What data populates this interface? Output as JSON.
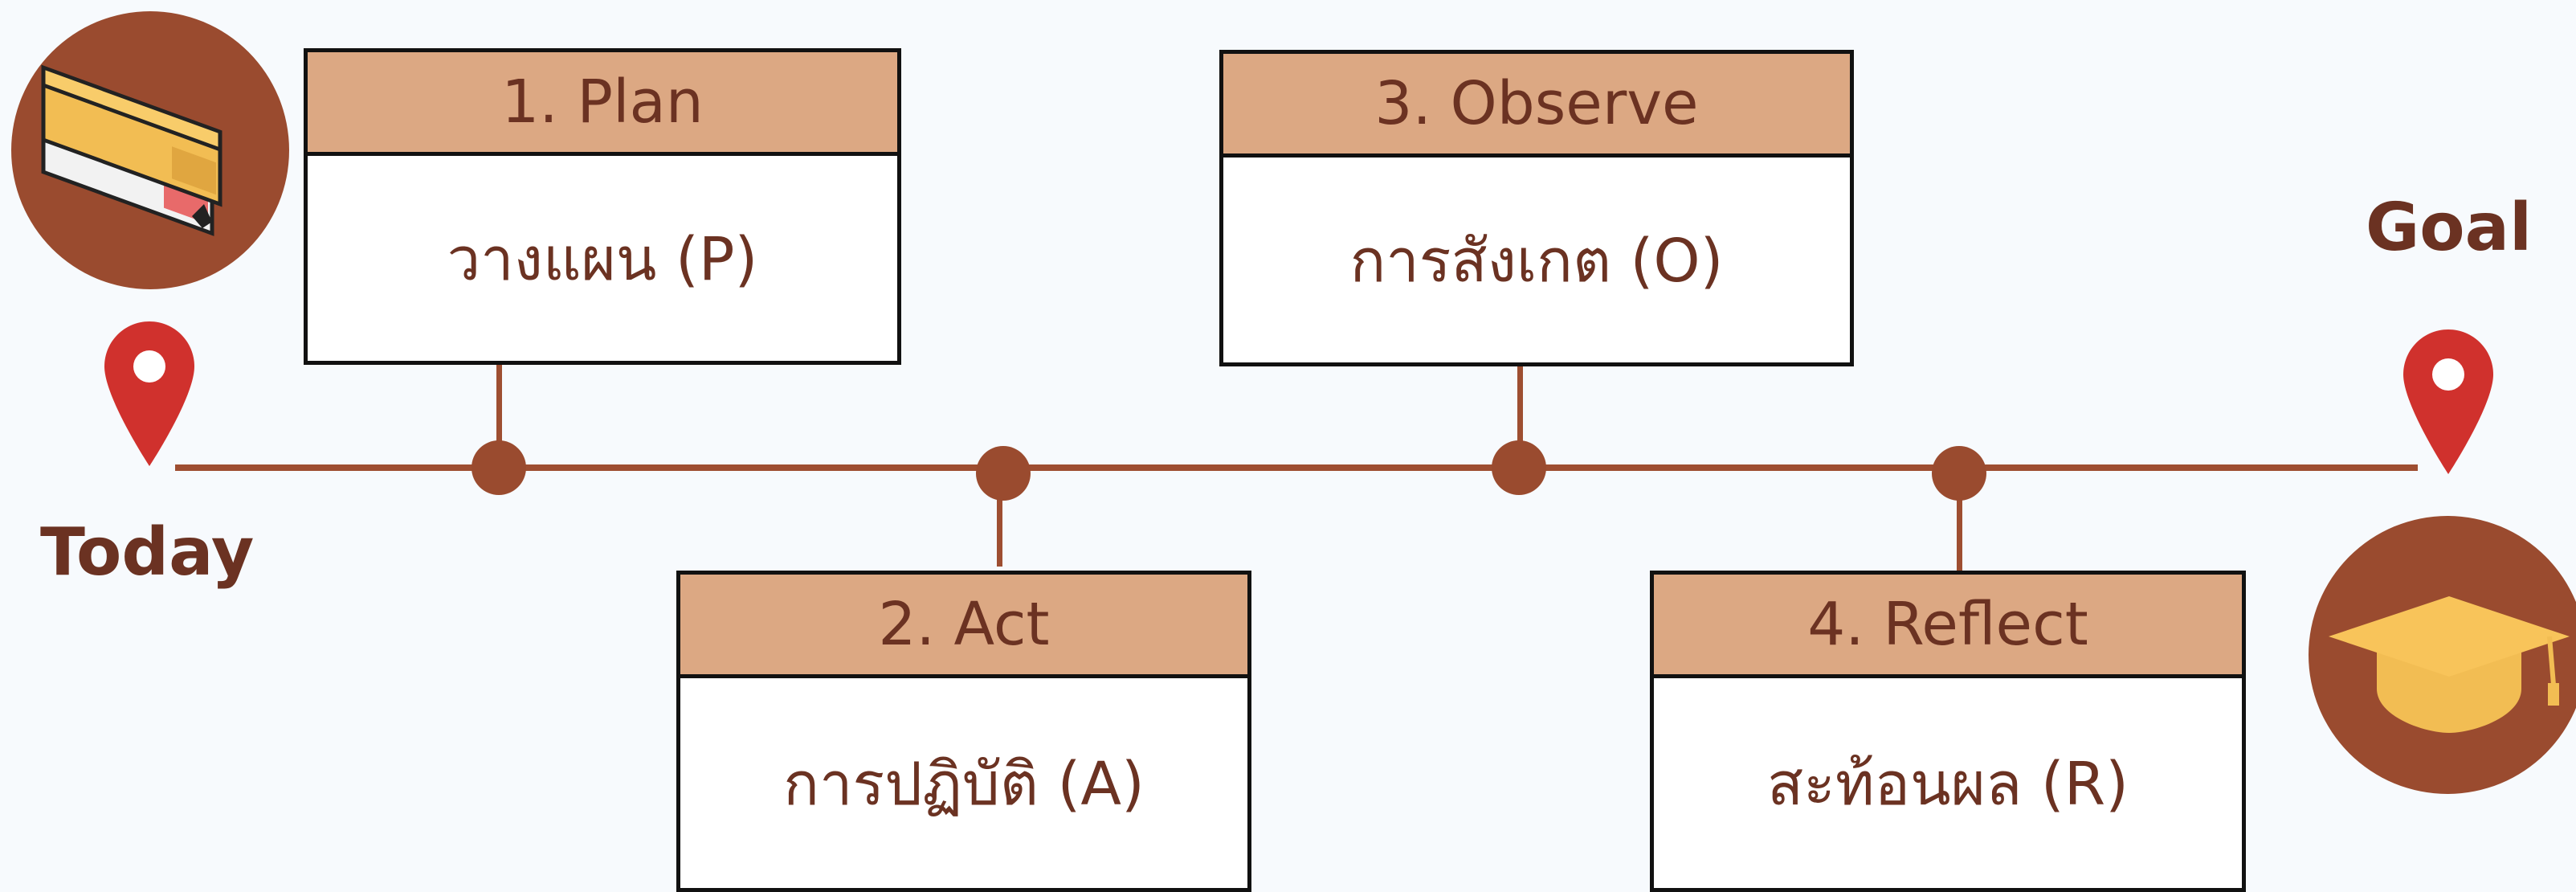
{
  "start_label": "Today",
  "end_label": "Goal",
  "steps": [
    {
      "title": "1. Plan",
      "subtitle": "วางแผน (P)"
    },
    {
      "title": "2. Act",
      "subtitle": "การปฏิบัติ (A)"
    },
    {
      "title": "3. Observe",
      "subtitle": "การสังเกต (O)"
    },
    {
      "title": "4. Reflect",
      "subtitle": "สะท้อนผล (R)"
    }
  ],
  "icons": {
    "start": "books-icon",
    "end": "graduation-cap-icon",
    "markers": "location-pin-icon"
  },
  "colors": {
    "line": "#9e4e31",
    "header_fill": "#dca883",
    "text": "#6b3222",
    "pin": "#d0312d",
    "background": "#f7fafd"
  }
}
